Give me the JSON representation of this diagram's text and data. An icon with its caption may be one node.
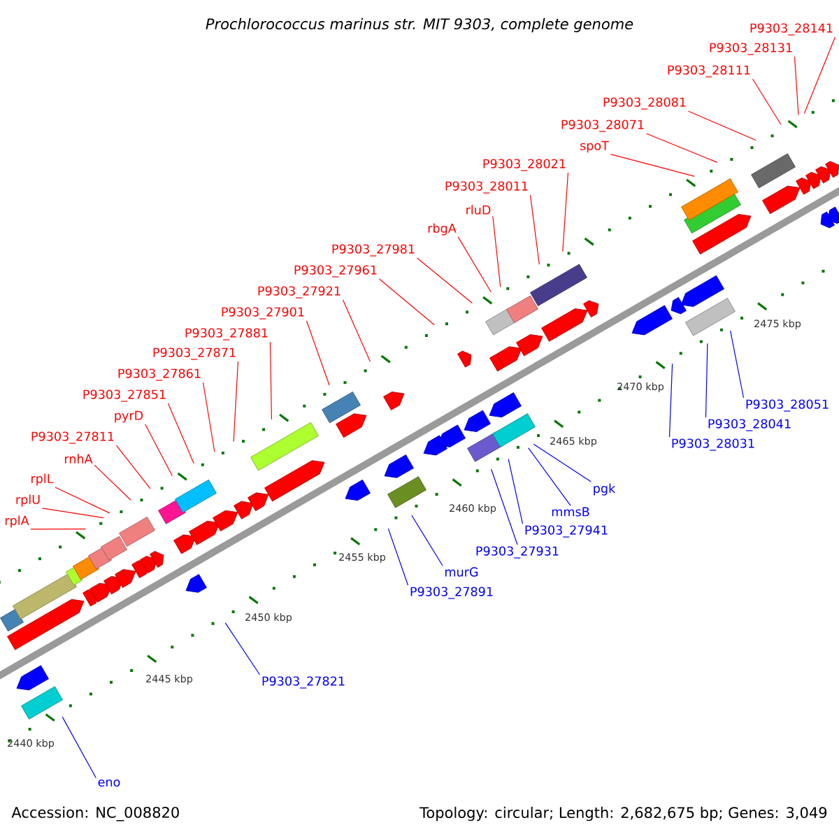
{
  "diagram": {
    "title": "Prochlorococcus marinus str. MIT 9303, complete genome",
    "nodes": [
      {
        "text": [
          "rplA"
        ]
      },
      {
        "text": [
          "rplU"
        ]
      },
      {
        "text": [
          "rplL"
        ]
      },
      {
        "text": [
          "rnhA"
        ]
      },
      {
        "text": [
          "P9303_27811"
        ]
      },
      {
        "text": [
          "pyrD"
        ]
      },
      {
        "text": [
          "P9303_27851"
        ]
      },
      {
        "text": [
          "P9303_27861"
        ]
      },
      {
        "text": [
          "P9303_27871"
        ]
      },
      {
        "text": [
          "P9303_27881"
        ]
      },
      {
        "text": [
          "P9303_27901"
        ]
      },
      {
        "text": [
          "P9303_27921"
        ]
      },
      {
        "text": [
          "P9303_27961"
        ]
      },
      {
        "text": [
          "P9303_27981"
        ]
      },
      {
        "text": [
          "rbgA"
        ]
      },
      {
        "text": [
          "rluD"
        ]
      },
      {
        "text": [
          "P9303_28011"
        ]
      },
      {
        "text": [
          "P9303_28021"
        ]
      },
      {
        "text": [
          "spoT"
        ]
      },
      {
        "text": [
          "P9303_28071"
        ]
      },
      {
        "text": [
          "P9303_28081"
        ]
      },
      {
        "text": [
          "P9303_28111"
        ]
      },
      {
        "text": [
          "P9303_28131"
        ]
      },
      {
        "text": [
          "P9303_28141"
        ]
      },
      {
        "text": [
          "eno"
        ]
      },
      {
        "text": [
          "P9303_27821"
        ]
      },
      {
        "text": [
          "P9303_27891"
        ]
      },
      {
        "text": [
          "murG"
        ]
      },
      {
        "text": [
          "P9303_27931"
        ]
      },
      {
        "text": [
          "P9303_27941"
        ]
      },
      {
        "text": [
          "mmsB"
        ]
      },
      {
        "text": [
          "pgk"
        ]
      },
      {
        "text": [
          "P9303_28031"
        ]
      },
      {
        "text": [
          "P9303_28041"
        ]
      },
      {
        "text": [
          "P9303_28051"
        ]
      }
    ],
    "edges": [
      {
        "from": 0,
        "to": null,
        "arrow": "none"
      },
      {
        "from": 1,
        "to": null,
        "arrow": "none"
      },
      {
        "from": 2,
        "to": null,
        "arrow": "none"
      },
      {
        "from": 3,
        "to": null,
        "arrow": "none"
      },
      {
        "from": 4,
        "to": null,
        "arrow": "none"
      },
      {
        "from": 5,
        "to": null,
        "arrow": "none"
      },
      {
        "from": 6,
        "to": null,
        "arrow": "none"
      },
      {
        "from": 7,
        "to": null,
        "arrow": "none"
      },
      {
        "from": 8,
        "to": null,
        "arrow": "none"
      },
      {
        "from": 9,
        "to": null,
        "arrow": "none"
      },
      {
        "from": 10,
        "to": null,
        "arrow": "none"
      },
      {
        "from": 11,
        "to": null,
        "arrow": "none"
      },
      {
        "from": 12,
        "to": null,
        "arrow": "none"
      },
      {
        "from": 13,
        "to": null,
        "arrow": "none"
      },
      {
        "from": 14,
        "to": null,
        "arrow": "none"
      },
      {
        "from": 15,
        "to": null,
        "arrow": "none"
      },
      {
        "from": 16,
        "to": null,
        "arrow": "none"
      },
      {
        "from": 17,
        "to": null,
        "arrow": "none"
      },
      {
        "from": 18,
        "to": null,
        "arrow": "none"
      },
      {
        "from": 19,
        "to": null,
        "arrow": "none"
      },
      {
        "from": 20,
        "to": null,
        "arrow": "none"
      },
      {
        "from": 21,
        "to": null,
        "arrow": "none"
      },
      {
        "from": 22,
        "to": null,
        "arrow": "none"
      },
      {
        "from": 23,
        "to": null,
        "arrow": "none"
      },
      {
        "from": 24,
        "to": null,
        "arrow": "none",
        "color": "#0000ff"
      },
      {
        "from": 25,
        "to": null,
        "arrow": "none",
        "color": "#0000ff"
      },
      {
        "from": 26,
        "to": null,
        "arrow": "none",
        "color": "#0000ff"
      },
      {
        "from": 27,
        "to": null,
        "arrow": "none",
        "color": "#0000ff"
      },
      {
        "from": 28,
        "to": null,
        "arrow": "none",
        "color": "#0000ff"
      },
      {
        "from": 29,
        "to": null,
        "arrow": "none",
        "color": "#0000ff"
      },
      {
        "from": 30,
        "to": null,
        "arrow": "none",
        "color": "#0000ff"
      },
      {
        "from": 31,
        "to": null,
        "arrow": "none",
        "color": "#0000ff"
      },
      {
        "from": 32,
        "to": null,
        "arrow": "none",
        "color": "#0000ff"
      },
      {
        "from": 33,
        "to": null,
        "arrow": "none",
        "color": "#0000ff"
      },
      {
        "from": 34,
        "to": null,
        "arrow": "none",
        "color": "#0000ff"
      }
    ],
    "labels": [
      "2440 kbp",
      "2445 kbp",
      "2450 kbp",
      "2455 kbp",
      "2460 kbp",
      "2465 kbp",
      "2470 kbp",
      "2475 kbp",
      "Accession: NC_008820",
      "Topology: circular; Length: 2,682,675 bp; Genes: 3,049"
    ]
  }
}
